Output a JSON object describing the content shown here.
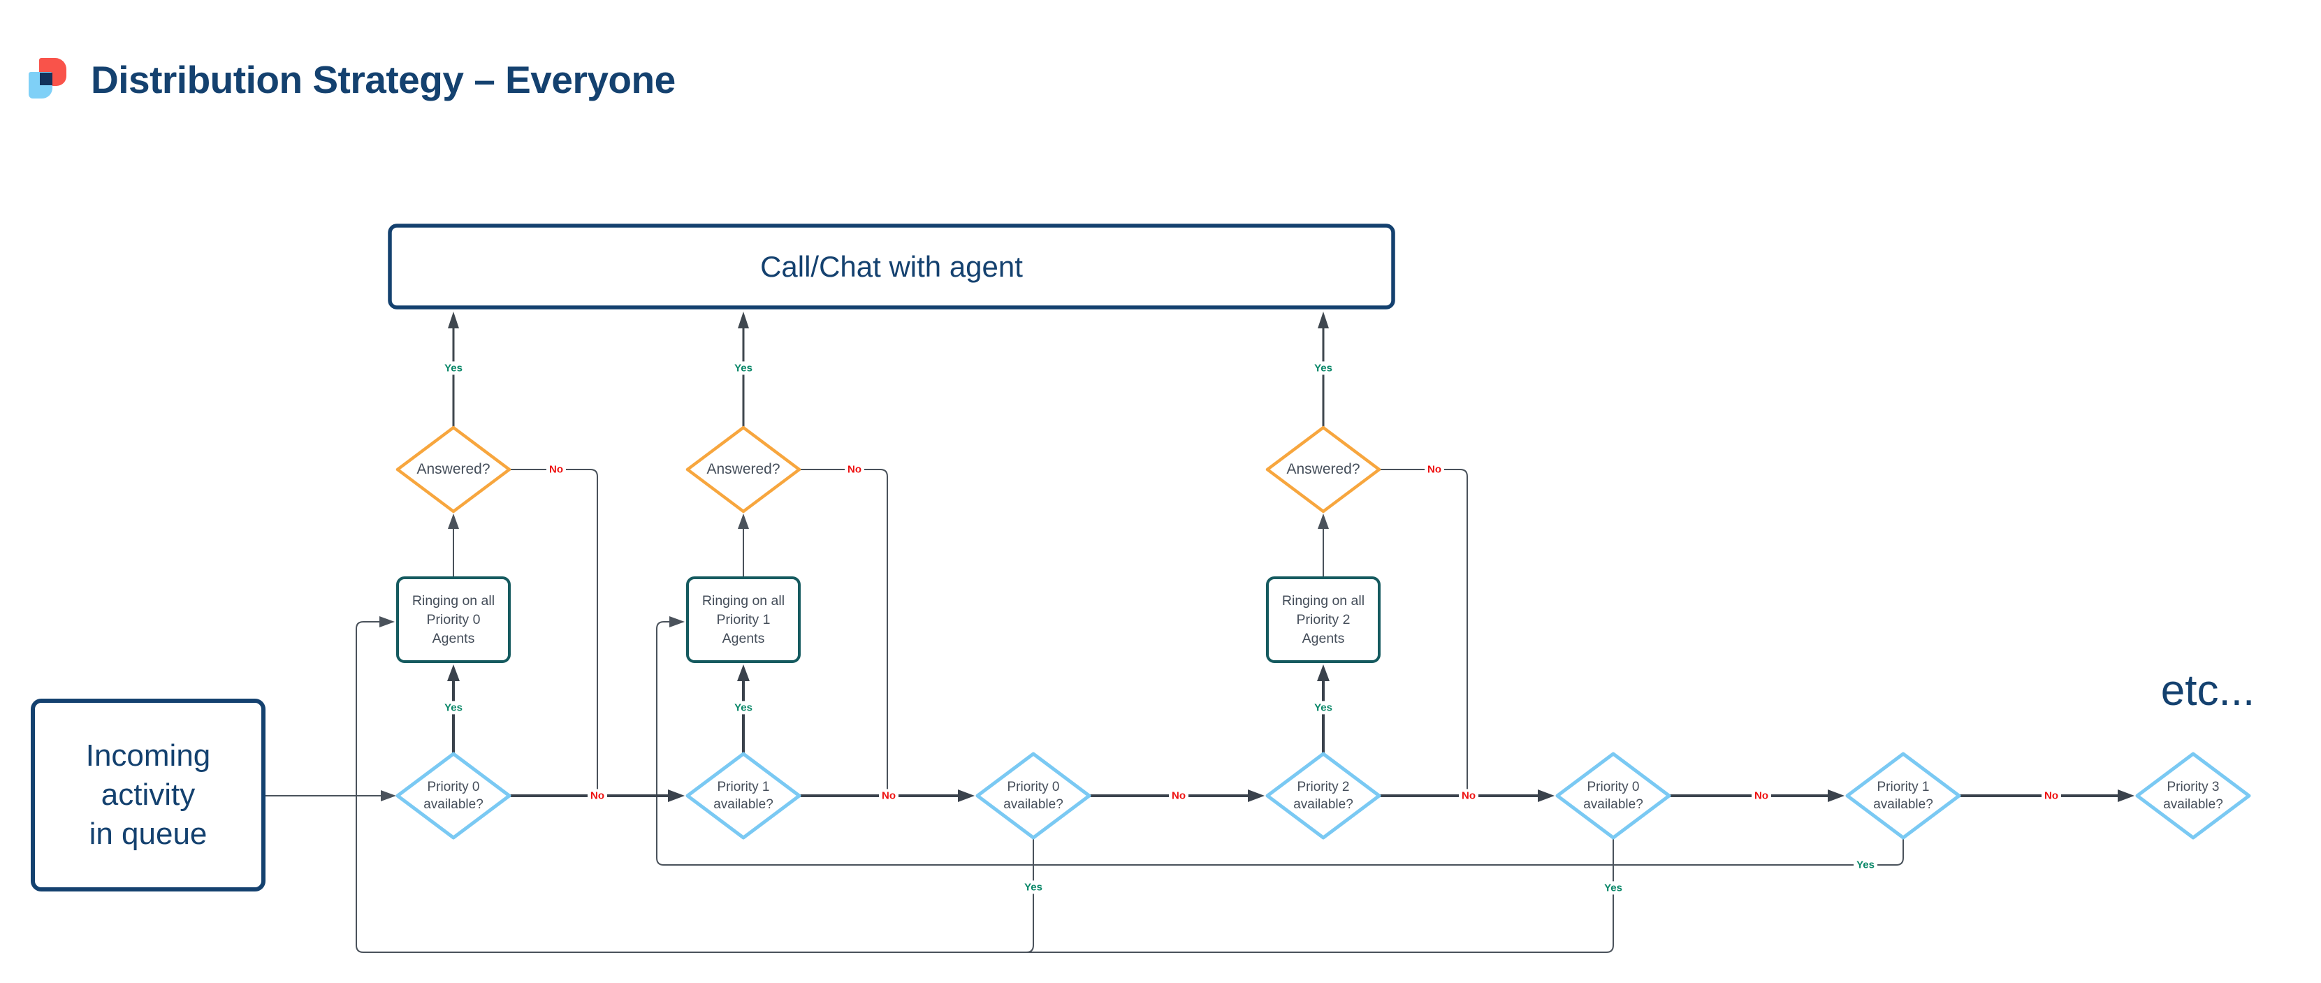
{
  "header": {
    "logo": "quadrant-logo",
    "title": "Distribution Strategy – Everyone"
  },
  "labels": {
    "yes": "Yes",
    "no": "No",
    "etc": "etc..."
  },
  "nodes": {
    "incoming": {
      "label": "Incoming\nactivity\nin queue"
    },
    "call_chat": {
      "label": "Call/Chat with agent"
    },
    "answered": {
      "label": "Answered?"
    },
    "ring_p0": {
      "label": "Ringing on all\nPriority 0\nAgents"
    },
    "ring_p1": {
      "label": "Ringing on all\nPriority 1\nAgents"
    },
    "ring_p2": {
      "label": "Ringing on all\nPriority 2\nAgents"
    },
    "check_p0": {
      "label": "Priority 0\navailable?"
    },
    "check_p1": {
      "label": "Priority 1\navailable?"
    },
    "check_p2": {
      "label": "Priority 2\navailable?"
    },
    "check_p3": {
      "label": "Priority 3\navailable?"
    }
  },
  "colors": {
    "navy": "#14416F",
    "orange": "#F7A63E",
    "light_blue": "#7AC9F3",
    "teal": "#155A5F",
    "yes_green": "#0A8768",
    "no_red": "#EE1111",
    "line_thin": "#4A525B",
    "line_bold": "#3A424C",
    "logo_red": "#F9534A",
    "logo_light_blue": "#7FD0F7",
    "logo_navy": "#12325C"
  }
}
